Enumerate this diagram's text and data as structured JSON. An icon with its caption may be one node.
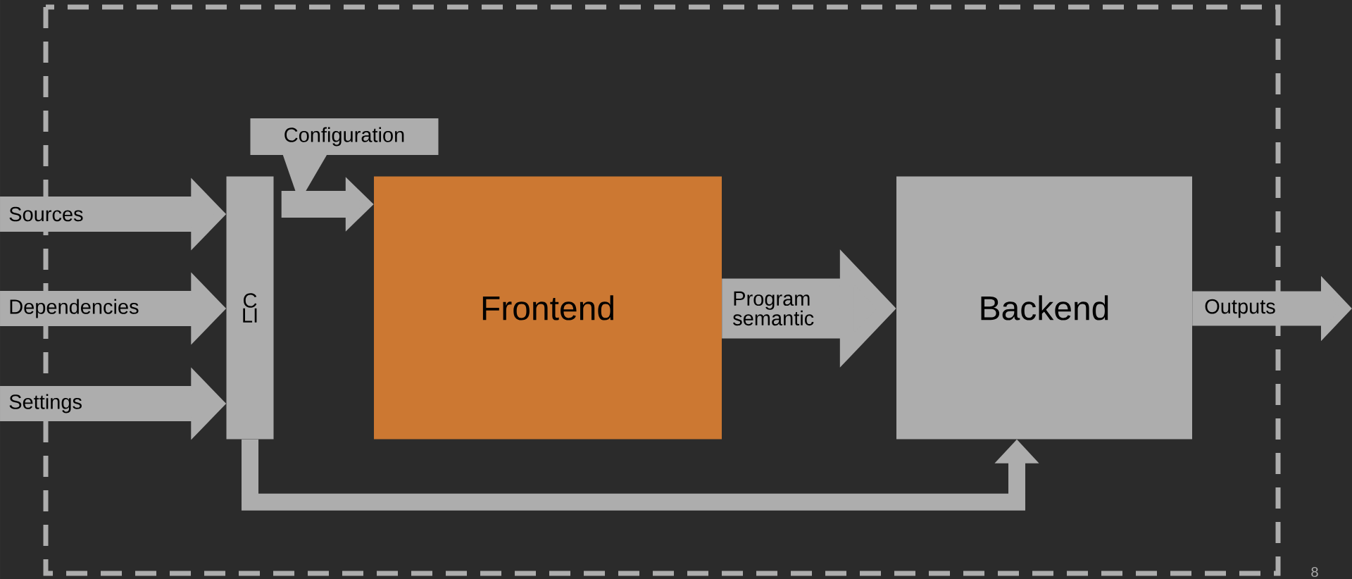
{
  "diagram": {
    "nodes": [
      {
        "text": [
          "C LI"
        ]
      },
      {
        "text": [
          "Frontend"
        ]
      },
      {
        "text": [
          "Backend"
        ]
      },
      {
        "text": [
          "Configuration"
        ]
      }
    ],
    "edges": [
      {
        "from": null,
        "to": 0,
        "arrow": "to",
        "label": "Sources"
      },
      {
        "from": null,
        "to": 0,
        "arrow": "to",
        "label": "Dependencies"
      },
      {
        "from": null,
        "to": 0,
        "arrow": "to",
        "label": "Settings"
      },
      {
        "from": 0,
        "to": 1,
        "arrow": "to"
      },
      {
        "from": 1,
        "to": 2,
        "arrow": "to",
        "label": "Program semantic"
      },
      {
        "from": 2,
        "to": null,
        "arrow": "to",
        "label": "Outputs"
      },
      {
        "from": 0,
        "to": 2,
        "arrow": "to"
      }
    ],
    "labels": [
      "8"
    ]
  }
}
